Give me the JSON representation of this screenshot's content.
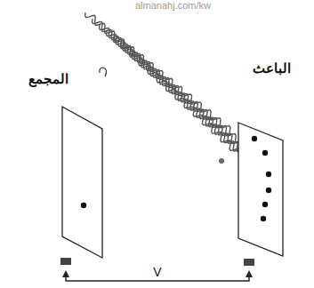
{
  "diagram": {
    "nodes": [
      {
        "text": [
          "المجمع"
        ]
      },
      {
        "text": [
          "الباعث"
        ]
      }
    ],
    "edges": [
      {
        "from": 0,
        "to": 1,
        "arrow": "both",
        "label": "V"
      }
    ],
    "labels": [
      "almanahj.com/kw"
    ]
  }
}
